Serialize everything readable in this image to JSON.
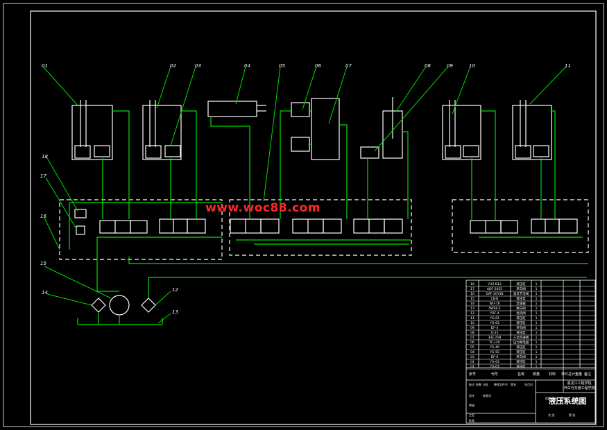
{
  "drawing": {
    "watermark": "www.woc88.com",
    "callouts": [
      "01",
      "02",
      "03",
      "04",
      "05",
      "06",
      "07",
      "08",
      "09",
      "10",
      "11",
      "12",
      "13",
      "14",
      "15",
      "16",
      "17",
      "18"
    ],
    "title_block": {
      "title": "液压系统图",
      "org_line1": "黑龙江工程学院",
      "org_line2": "汽车与交通工程学院",
      "header_cols": [
        "序号",
        "代号",
        "名称",
        "数量",
        "材料",
        "单件总计重量",
        "备注"
      ],
      "parts_rows": [
        [
          "18",
          "YHZ-B12",
          "液压缸",
          "1"
        ],
        [
          "17",
          "ADF-20S5",
          "单向阀",
          "1"
        ],
        [
          "16",
          "DAF-20Y3B",
          "溢流节流阀",
          "1"
        ],
        [
          "15",
          "CB-B",
          "液压泵",
          "1"
        ],
        [
          "14",
          "WU-16",
          "滤油器",
          "1"
        ],
        [
          "13",
          "4WE6-E",
          "换向阀",
          "1"
        ],
        [
          "12",
          "YDF-4",
          "溢流阀",
          "1"
        ],
        [
          "11",
          "YG-63",
          "液压缸",
          "1"
        ],
        [
          "10",
          "YG-63",
          "液压缸",
          "1"
        ],
        [
          "09",
          "DF-4",
          "单向阀",
          "1"
        ],
        [
          "08",
          "Q-25",
          "液压缸",
          "1"
        ],
        [
          "07",
          "34E-25B",
          "三位四通阀",
          "1"
        ],
        [
          "06",
          "YF-L20",
          "压力继电器",
          "1"
        ],
        [
          "05",
          "YG-40",
          "液压缸",
          "1"
        ],
        [
          "04",
          "YG-50",
          "液压缸",
          "1"
        ],
        [
          "03",
          "DF-6",
          "单向阀",
          "1"
        ],
        [
          "02",
          "YG-63",
          "液压缸",
          "1"
        ],
        [
          "01",
          "YG-63",
          "液压缸",
          "1"
        ]
      ],
      "bottom_labels": [
        "标记",
        "处数",
        "分区",
        "更改文件号",
        "签名",
        "年月日",
        "设计",
        "标准化",
        "审核",
        "工艺",
        "批准",
        "阶段标记",
        "重量",
        "比例",
        "共 张",
        "第 张"
      ]
    }
  }
}
